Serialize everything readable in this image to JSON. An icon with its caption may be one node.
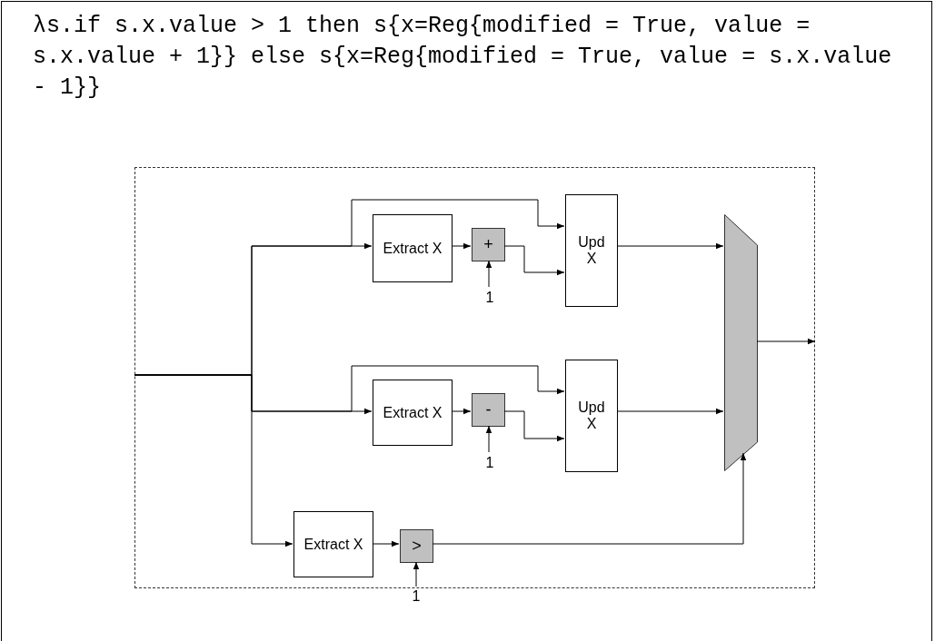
{
  "diagram": {
    "title": "λs.if s.x.value > 1 then s{x=Reg{modified = True, value = s.x.value + 1}} else s{x=Reg{modified = True, value = s.x.value - 1}}",
    "nodes": [
      {
        "text": [],
        "shape": "box"
      },
      {
        "text": [
          "Extract X"
        ],
        "in": 0
      },
      {
        "text": [
          "+"
        ],
        "in": 0
      },
      {
        "text": [
          "1"
        ],
        "in": 0
      },
      {
        "text": [
          "Upd X"
        ],
        "in": 0
      },
      {
        "text": [
          "Extract X"
        ],
        "in": 0
      },
      {
        "text": [
          "-"
        ],
        "in": 0
      },
      {
        "text": [
          "1"
        ],
        "in": 0
      },
      {
        "text": [
          "Upd X"
        ],
        "in": 0
      },
      {
        "text": [
          "Extract X"
        ],
        "in": 0
      },
      {
        "text": [
          ">"
        ],
        "in": 0
      },
      {
        "text": [
          "1"
        ]
      },
      {
        "text": [],
        "shape": "trapezoid",
        "in": 0
      }
    ],
    "edges": [
      {
        "from": null,
        "to": 1,
        "arrow": "to"
      },
      {
        "from": null,
        "to": 4,
        "arrow": "to"
      },
      {
        "from": 1,
        "to": 2,
        "arrow": "to"
      },
      {
        "from": 3,
        "to": 2,
        "arrow": "to"
      },
      {
        "from": 2,
        "to": 4,
        "arrow": "to"
      },
      {
        "from": 4,
        "to": 12,
        "arrow": "to"
      },
      {
        "from": null,
        "to": 5,
        "arrow": "to"
      },
      {
        "from": null,
        "to": 8,
        "arrow": "to"
      },
      {
        "from": 5,
        "to": 6,
        "arrow": "to"
      },
      {
        "from": 7,
        "to": 6,
        "arrow": "to"
      },
      {
        "from": 6,
        "to": 8,
        "arrow": "to"
      },
      {
        "from": 8,
        "to": 12,
        "arrow": "to"
      },
      {
        "from": null,
        "to": 9,
        "arrow": "to"
      },
      {
        "from": 9,
        "to": 10,
        "arrow": "to"
      },
      {
        "from": 11,
        "to": 10,
        "arrow": "to"
      },
      {
        "from": 10,
        "to": 12,
        "arrow": "to"
      },
      {
        "from": 12,
        "to": null,
        "arrow": "to"
      }
    ]
  }
}
